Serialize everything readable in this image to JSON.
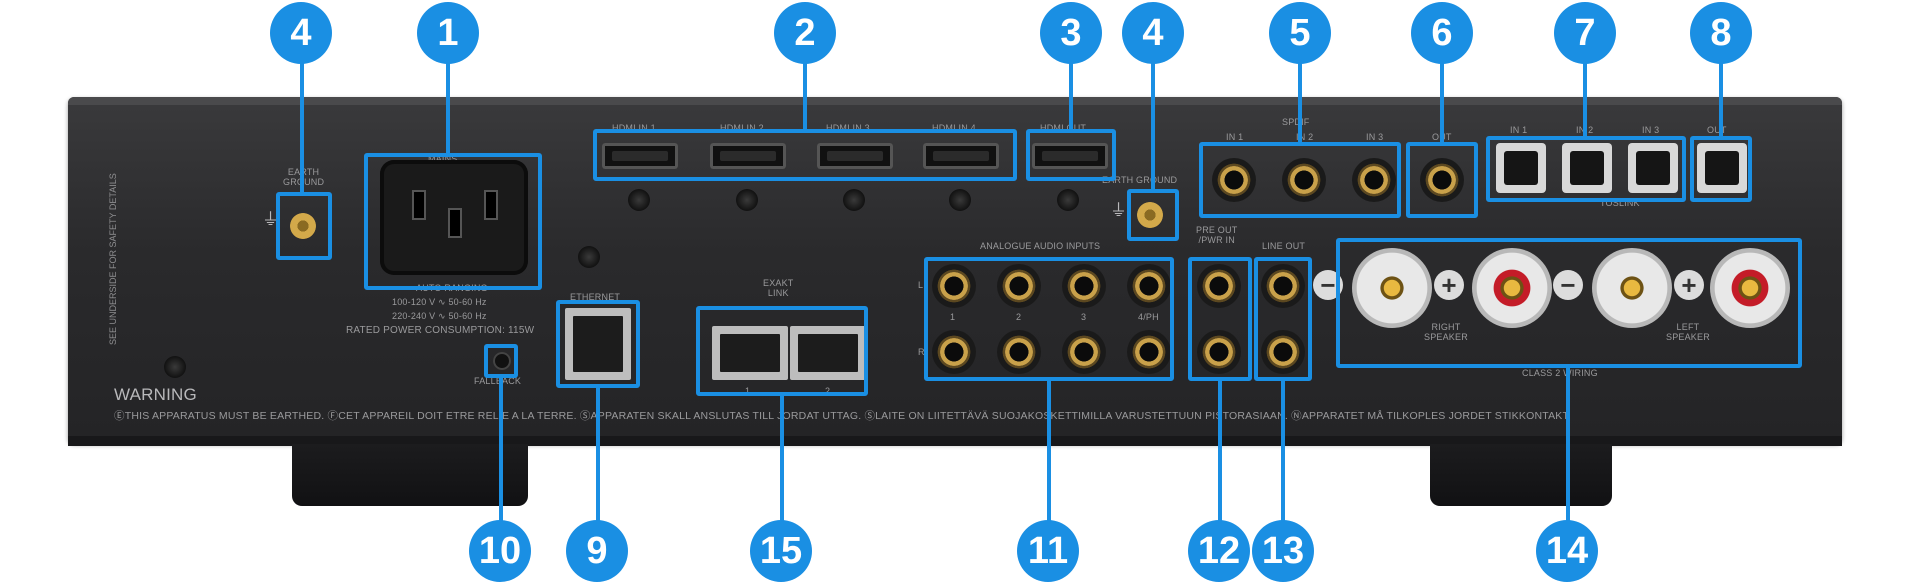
{
  "callouts": [
    "4",
    "1",
    "2",
    "3",
    "4",
    "5",
    "6",
    "7",
    "8",
    "10",
    "9",
    "15",
    "11",
    "12",
    "13",
    "14"
  ],
  "labels": {
    "earth_ground_left": "EARTH\nGROUND",
    "mains": "MAINS",
    "auto_ranging": "AUTO RANGING",
    "voltage_1": "100-120 V ∿ 50-60 Hz",
    "voltage_2": "220-240 V ∿ 50-60 Hz",
    "rated_power": "RATED POWER CONSUMPTION: 115W",
    "fallback": "FALLBACK",
    "ethernet": "ETHERNET",
    "exakt_link": "EXAKT\nLINK",
    "exakt_port_1": "1",
    "exakt_port_2": "2",
    "hdmi_in_1": "HDMI IN 1",
    "hdmi_in_2": "HDMI IN 2",
    "hdmi_in_3": "HDMI IN 3",
    "hdmi_in_4": "HDMI IN 4",
    "hdmi_out": "HDMI OUT",
    "earth_ground_mid": "EARTH GROUND",
    "spdif": "SPDIF",
    "spdif_in_1": "IN 1",
    "spdif_in_2": "IN 2",
    "spdif_in_3": "IN 3",
    "spdif_out": "OUT",
    "toslink": "TOSLINK",
    "toslink_in_1": "IN 1",
    "toslink_in_2": "IN 2",
    "toslink_in_3": "IN 3",
    "toslink_out": "OUT",
    "analogue_inputs": "ANALOGUE AUDIO INPUTS",
    "analog_l": "L",
    "analog_r": "R",
    "analog_1": "1",
    "analog_2": "2",
    "analog_3": "3",
    "analog_4": "4/PH",
    "pre_out": "PRE OUT\n/PWR IN",
    "line_out": "LINE OUT",
    "right_speaker": "RIGHT\nSPEAKER",
    "left_speaker": "LEFT\nSPEAKER",
    "class2": "CLASS 2 WIRING",
    "safety_vertical": "SEE UNDERSIDE FOR SAFETY DETAILS",
    "warning": "WARNING",
    "warning_text": "ⒺTHIS APPARATUS MUST BE EARTHED. ⒻCET APPAREIL DOIT ETRE RELIE A LA TERRE. ⓈAPPARATEN SKALL ANSLUTAS TILL JORDAT UTTAG. ⓈLAITE ON LIITETTÄVÄ SUOJAKOSKETTIMILLA VARUSTETTUUN PISTORASIAAN. ⓃAPPARATET MÅ TILKOPLES JORDET STIKKONTAKT."
  },
  "colors": {
    "callout": "#1a8fe3",
    "chassis": "#2a2a2c",
    "gold": "#c9a14a",
    "red_post": "#c41c28"
  }
}
